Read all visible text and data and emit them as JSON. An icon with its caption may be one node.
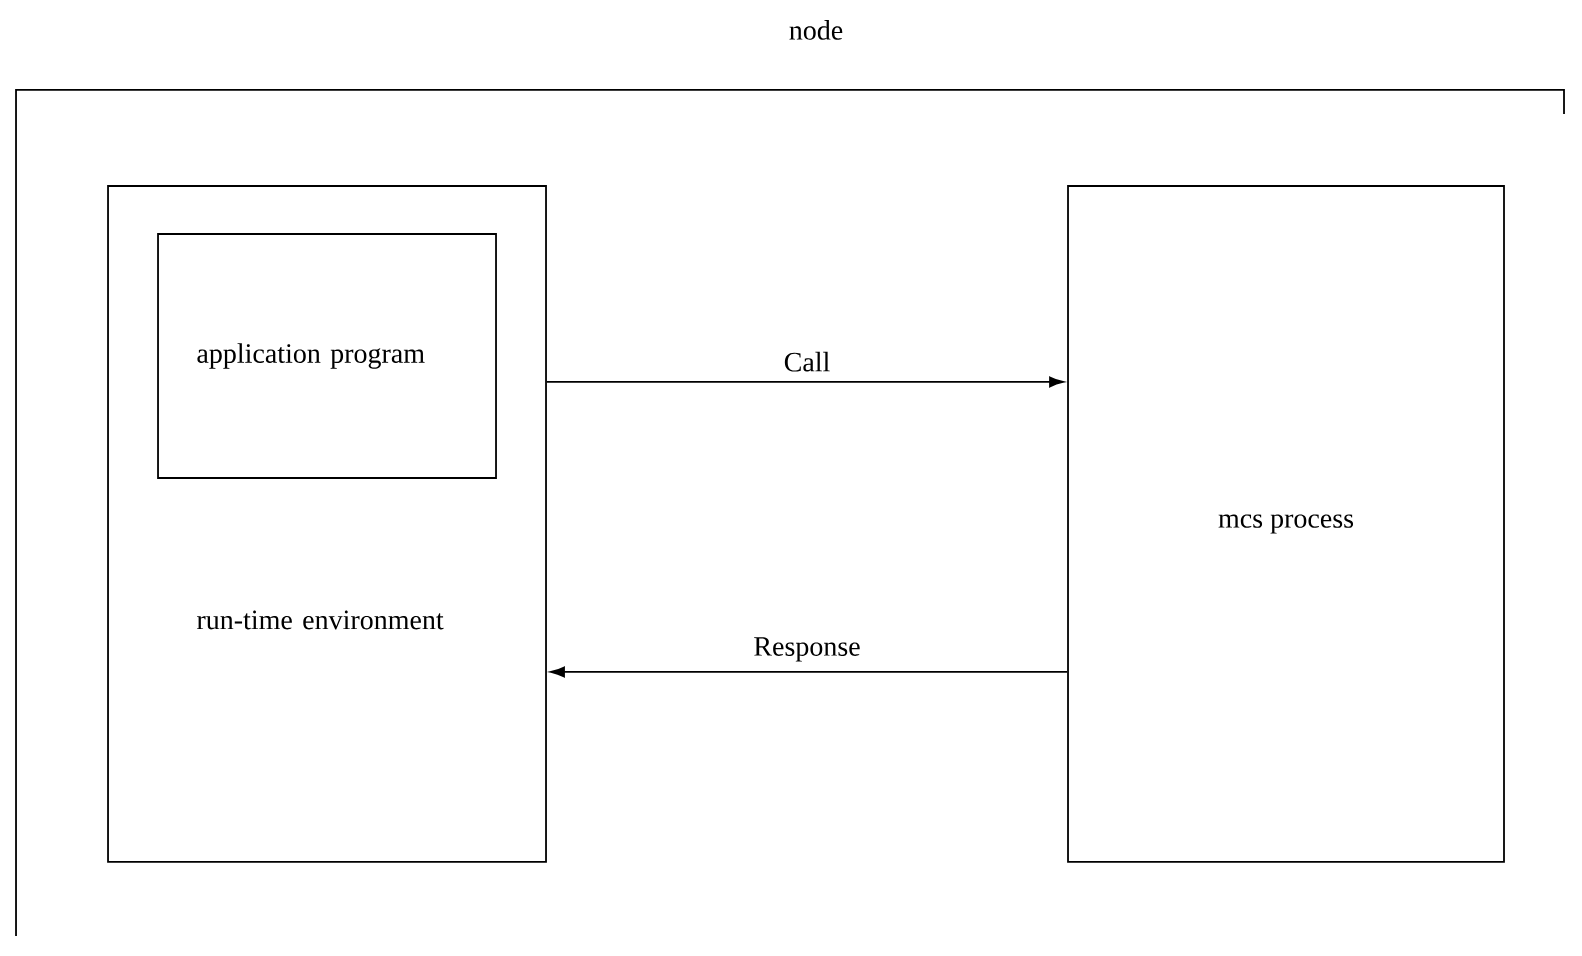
{
  "diagram": {
    "nodes": [
      {
        "text": [
          "node"
        ]
      },
      {
        "text": [
          "run-time environment"
        ],
        "in": 0
      },
      {
        "text": [
          "application program"
        ],
        "in": 1
      },
      {
        "text": [
          "mcs process"
        ],
        "in": 0
      }
    ],
    "edges": [
      {
        "from": 1,
        "to": 3,
        "arrow": "to",
        "label": "Call"
      },
      {
        "from": 3,
        "to": 1,
        "arrow": "to",
        "label": "Response"
      }
    ]
  }
}
